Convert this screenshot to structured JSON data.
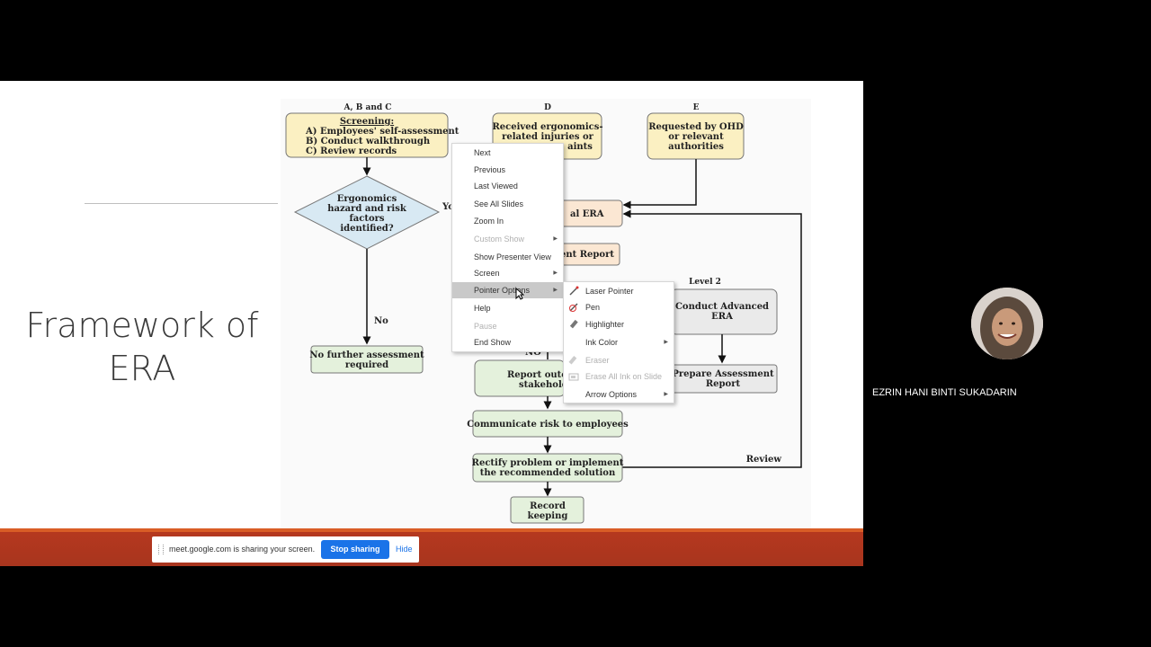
{
  "slide": {
    "title_line1": "Framework of",
    "title_line2": "ERA"
  },
  "flowchart": {
    "col_abc": "A, B and C",
    "col_d": "D",
    "col_e": "E",
    "screening_heading": "Screening:",
    "screening_a": "A) Employees' self-assessment",
    "screening_b": "B) Conduct walkthrough",
    "screening_c": "C) Review records",
    "received_line1": "Received ergonomics-",
    "received_line2": "related injuries or",
    "received_line3": "aints",
    "requested_line1": "Requested by OHD",
    "requested_line2": "or relevant",
    "requested_line3": "authorities",
    "decision_line1": "Ergonomics",
    "decision_line2": "hazard and risk",
    "decision_line3": "factors",
    "decision_line4": "identified?",
    "yes_label": "Yo",
    "no_label": "No",
    "initial_era": "al ERA",
    "assessment_report": "ent Report",
    "level2": "Level 2",
    "advanced_line1": "Conduct Advanced",
    "advanced_line2": "ERA",
    "prepare_line1": "Prepare Assessment",
    "prepare_line2": "Report",
    "no_further_line1": "No further assessment",
    "no_further_line2": "required",
    "no_label2": "NO",
    "report_outcome_line1": "Report outco",
    "report_outcome_line2": "stakehold",
    "communicate": "Communicate risk to employees",
    "rectify_line1": "Rectify problem or implement",
    "rectify_line2": "the recommended solution",
    "review": "Review",
    "record_line1": "Record",
    "record_line2": "keeping"
  },
  "context_menu": {
    "items": [
      {
        "label": "Next"
      },
      {
        "label": "Previous"
      },
      {
        "label": "Last Viewed"
      },
      {
        "label": "See All Slides"
      },
      {
        "label": "Zoom In"
      },
      {
        "label": "Custom Show"
      },
      {
        "label": "Show Presenter View"
      },
      {
        "label": "Screen"
      },
      {
        "label": "Pointer Options"
      },
      {
        "label": "Help"
      },
      {
        "label": "Pause"
      },
      {
        "label": "End Show"
      }
    ]
  },
  "pointer_submenu": {
    "items": [
      {
        "label": "Laser Pointer",
        "icon": "laser-pointer-icon"
      },
      {
        "label": "Pen",
        "icon": "pen-icon"
      },
      {
        "label": "Highlighter",
        "icon": "highlighter-icon"
      },
      {
        "label": "Ink Color"
      },
      {
        "label": "Eraser",
        "icon": "eraser-icon"
      },
      {
        "label": "Erase All Ink on Slide",
        "icon": "erase-all-icon"
      },
      {
        "label": "Arrow Options"
      }
    ]
  },
  "share_bar": {
    "message": "meet.google.com is sharing your screen.",
    "stop_label": "Stop sharing",
    "hide_label": "Hide"
  },
  "participant": {
    "name": "EZRIN HANI BINTI SUKADARIN"
  },
  "colors": {
    "accent_blue": "#1a73e8",
    "footer_orange": "#d95d26",
    "footer_red": "#a8351e"
  }
}
